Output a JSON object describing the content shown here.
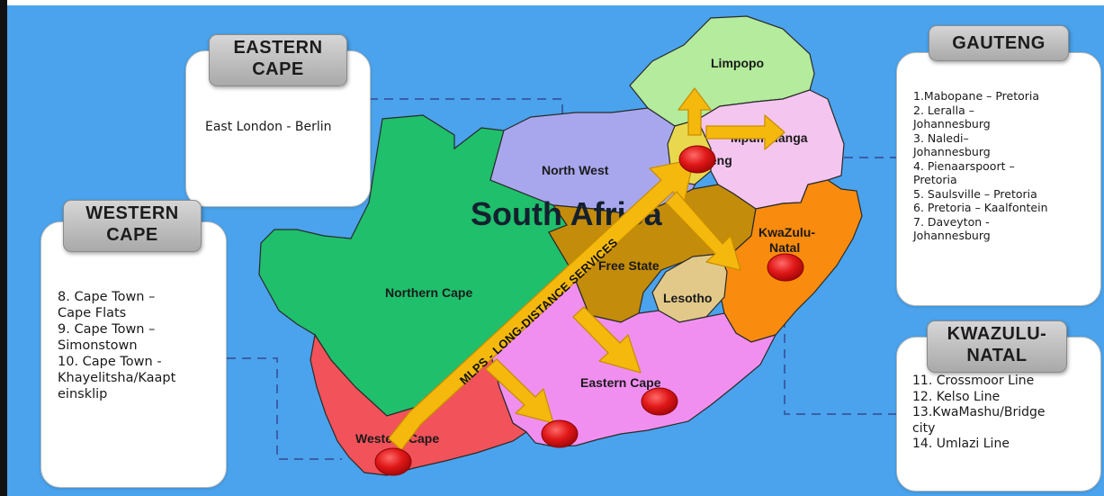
{
  "map": {
    "country_label": "South Africa",
    "provinces": {
      "limpopo": "Limpopo",
      "mpumalanga": "Mpumalanga",
      "north_west": "North West",
      "gauteng": "Gauteng",
      "kwazulu_natal_line1": "KwaZulu-",
      "kwazulu_natal_line2": "Natal",
      "free_state": "Free State",
      "lesotho": "Lesotho",
      "northern_cape": "Northern Cape",
      "eastern_cape": "Eastern Cape",
      "western_cape": "Western Cape"
    },
    "service_label": "MLPS - LONG-DISTANCE SERVICES",
    "colors": {
      "ocean": "#4aa3ec",
      "limpopo": "#b4eb9c",
      "mpumalanga": "#f4c5ee",
      "north_west": "#a8a7ee",
      "gauteng": "#e9d84e",
      "kwazulu_natal": "#f98b0e",
      "free_state": "#c38c0a",
      "lesotho": "#e2c98a",
      "northern_cape": "#1fbf6c",
      "eastern_cape": "#f18ff0",
      "western_cape": "#f2525a",
      "arrow": "#f5b90e",
      "marker": "#e01818"
    }
  },
  "cards": {
    "eastern_cape": {
      "title_line1": "EASTERN",
      "title_line2": "CAPE",
      "routes": [
        "East London - Berlin"
      ]
    },
    "western_cape": {
      "title_line1": "WESTERN",
      "title_line2": "CAPE",
      "routes": [
        "8. Cape Town –",
        "Cape Flats",
        "9. Cape Town –",
        "Simonstown",
        "10. Cape Town -",
        "Khayelitsha/Kaapt",
        "einsklip"
      ]
    },
    "gauteng": {
      "title": "GAUTENG",
      "routes": [
        "1.Mabopane – Pretoria",
        "2. Leralla –",
        "Johannesburg",
        "3. Naledi–",
        "Johannesburg",
        "4. Pienaarspoort –",
        "Pretoria",
        "5. Saulsville – Pretoria",
        "6. Pretoria – Kaalfontein",
        "7. Daveyton -",
        "Johannesburg"
      ]
    },
    "kwazulu_natal": {
      "title_line1": "KWAZULU-",
      "title_line2": "NATAL",
      "routes": [
        "11. Crossmoor Line",
        "12. Kelso Line",
        "13.KwaMashu/Bridge",
        "city",
        "14. Umlazi  Line"
      ]
    }
  }
}
